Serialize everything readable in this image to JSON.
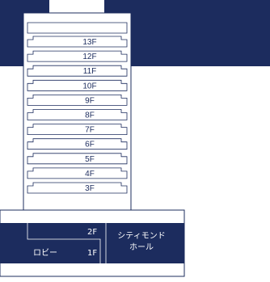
{
  "colors": {
    "navy": "#1c2c5e",
    "white": "#ffffff",
    "outline": "#1c2c5e"
  },
  "floors_upper": [
    "13F",
    "12F",
    "11F",
    "10F",
    "9F",
    "8F",
    "7F",
    "6F",
    "5F",
    "4F",
    "3F"
  ],
  "base": {
    "floor_2f": "2F",
    "floor_1f": "1F",
    "lobby": "ロビー",
    "hall_line1": "シティモンド",
    "hall_line2": "ホール"
  }
}
